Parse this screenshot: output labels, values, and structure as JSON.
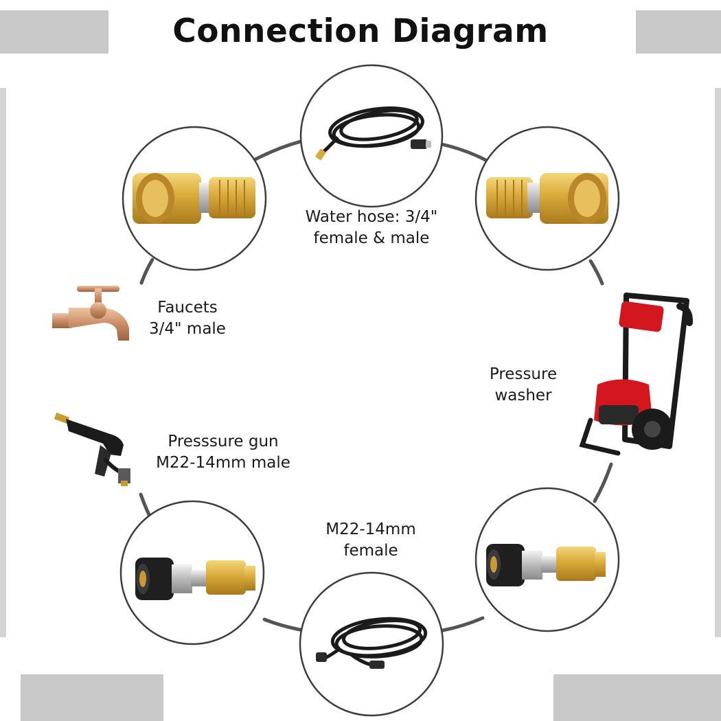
{
  "title": "Connection Diagram",
  "labels": {
    "water_hose": [
      "Water hose: 3/4\"",
      "female & male"
    ],
    "faucets": [
      "Faucets",
      "3/4\" male"
    ],
    "pressure_washer": [
      "Pressure",
      "washer"
    ],
    "pressure_gun": [
      "Presssure gun",
      "M22-14mm male"
    ],
    "m22_female": [
      "M22-14mm",
      "female"
    ]
  },
  "colors": {
    "ring": "#555555",
    "circle_border": "#3d3d3d",
    "brass": "#d9a93a",
    "washer_red": "#d4161e",
    "hose_black": "#1b1b1b"
  }
}
